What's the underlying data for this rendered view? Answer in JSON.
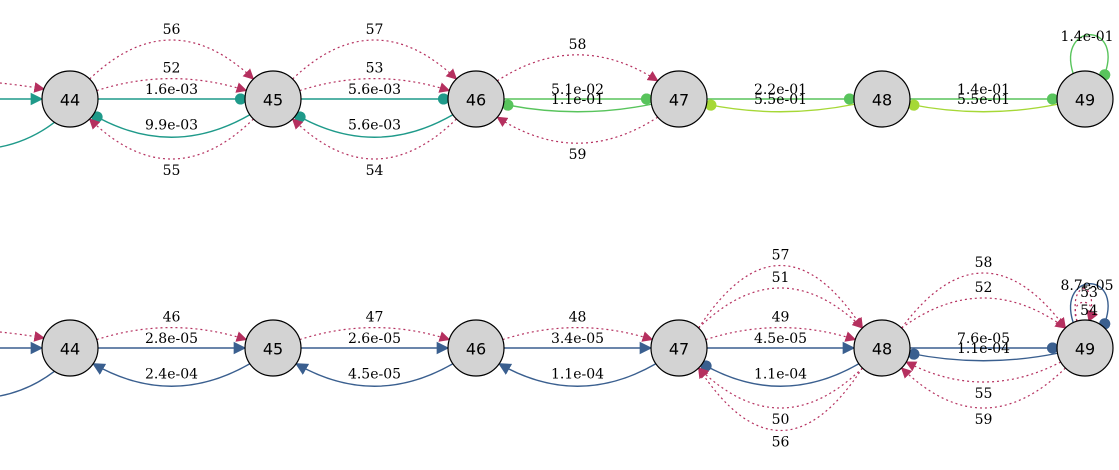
{
  "colors": {
    "dotted": "#b5305f",
    "teal": "#1f9a8a",
    "green_mid": "#58c45c",
    "green_light": "#a6d836",
    "blue": "#3a5f8f"
  },
  "graphs": [
    {
      "nodes": [
        {
          "id": "44",
          "label": "44"
        },
        {
          "id": "45",
          "label": "45"
        },
        {
          "id": "46",
          "label": "46"
        },
        {
          "id": "47",
          "label": "47"
        },
        {
          "id": "48",
          "label": "48"
        },
        {
          "id": "49",
          "label": "49"
        }
      ],
      "edges": [
        {
          "from": "44",
          "to": "45",
          "label": "1.6e-03",
          "style": "solid",
          "color": "teal",
          "curve": 0
        },
        {
          "from": "45",
          "to": "44",
          "label": "9.9e-03",
          "style": "solid",
          "color": "teal",
          "curve": 45
        },
        {
          "from": "45",
          "to": "46",
          "label": "5.6e-03",
          "style": "solid",
          "color": "teal",
          "curve": 0
        },
        {
          "from": "46",
          "to": "45",
          "label": "5.6e-03",
          "style": "solid",
          "color": "teal",
          "curve": 45
        },
        {
          "from": "46",
          "to": "47",
          "label": "5.1e-02",
          "style": "solid",
          "color": "green_mid",
          "curve": 0
        },
        {
          "from": "47",
          "to": "46",
          "label": "1.1e-01",
          "style": "solid",
          "color": "green_mid",
          "curve": 15
        },
        {
          "from": "47",
          "to": "48",
          "label": "2.2e-01",
          "style": "solid",
          "color": "green_mid",
          "curve": 0
        },
        {
          "from": "48",
          "to": "47",
          "label": "5.5e-01",
          "style": "solid",
          "color": "green_light",
          "curve": 15
        },
        {
          "from": "48",
          "to": "49",
          "label": "1.4e-01",
          "style": "solid",
          "color": "green_mid",
          "curve": 0
        },
        {
          "from": "49",
          "to": "48",
          "label": "5.5e-01",
          "style": "solid",
          "color": "green_light",
          "curve": 15
        },
        {
          "from": "49",
          "to": "49",
          "label": "1.4e-01",
          "style": "solid",
          "color": "green_mid",
          "self": true
        },
        {
          "from": "43",
          "to": "44",
          "label": "",
          "style": "solid",
          "color": "teal",
          "incoming": true
        },
        {
          "from": "44",
          "to": "43",
          "label": "",
          "style": "solid",
          "color": "teal",
          "outgoing": true
        },
        {
          "from": "44",
          "to": "45",
          "label": "56",
          "style": "dotted",
          "curve": -78
        },
        {
          "from": "44",
          "to": "45",
          "label": "52",
          "style": "dotted",
          "curve": -24
        },
        {
          "from": "45",
          "to": "44",
          "label": "55",
          "style": "dotted",
          "curve": 80
        },
        {
          "from": "45",
          "to": "46",
          "label": "57",
          "style": "dotted",
          "curve": -78
        },
        {
          "from": "45",
          "to": "46",
          "label": "53",
          "style": "dotted",
          "curve": -24
        },
        {
          "from": "46",
          "to": "45",
          "label": "54",
          "style": "dotted",
          "curve": 80
        },
        {
          "from": "46",
          "to": "47",
          "label": "58",
          "style": "dotted",
          "curve": -52
        },
        {
          "from": "47",
          "to": "46",
          "label": "59",
          "style": "dotted",
          "curve": 52
        },
        {
          "from": "43",
          "to": "44",
          "label": "",
          "style": "dotted",
          "incoming": true
        }
      ]
    },
    {
      "nodes": [
        {
          "id": "44",
          "label": "44"
        },
        {
          "id": "45",
          "label": "45"
        },
        {
          "id": "46",
          "label": "46"
        },
        {
          "id": "47",
          "label": "47"
        },
        {
          "id": "48",
          "label": "48"
        },
        {
          "id": "49",
          "label": "49"
        }
      ],
      "edges": [
        {
          "from": "44",
          "to": "45",
          "label": "2.8e-05",
          "style": "solid",
          "color": "blue",
          "curve": 0
        },
        {
          "from": "45",
          "to": "44",
          "label": "2.4e-04",
          "style": "solid",
          "color": "blue",
          "curve": 45
        },
        {
          "from": "45",
          "to": "46",
          "label": "2.6e-05",
          "style": "solid",
          "color": "blue",
          "curve": 0
        },
        {
          "from": "46",
          "to": "45",
          "label": "4.5e-05",
          "style": "solid",
          "color": "blue",
          "curve": 45
        },
        {
          "from": "46",
          "to": "47",
          "label": "3.4e-05",
          "style": "solid",
          "color": "blue",
          "curve": 0
        },
        {
          "from": "47",
          "to": "46",
          "label": "1.1e-04",
          "style": "solid",
          "color": "blue",
          "curve": 45
        },
        {
          "from": "47",
          "to": "48",
          "label": "4.5e-05",
          "style": "solid",
          "color": "blue",
          "curve": 0
        },
        {
          "from": "48",
          "to": "47",
          "label": "1.1e-04",
          "style": "solid",
          "color": "blue",
          "curve": 45
        },
        {
          "from": "48",
          "to": "49",
          "label": "7.6e-05",
          "style": "solid",
          "color": "blue",
          "curve": 0
        },
        {
          "from": "49",
          "to": "48",
          "label": "1.1e-04",
          "style": "solid",
          "color": "blue",
          "curve": 15
        },
        {
          "from": "49",
          "to": "49",
          "label": "8.7e-05",
          "style": "solid",
          "color": "blue",
          "self": true
        },
        {
          "from": "43",
          "to": "44",
          "label": "",
          "style": "solid",
          "color": "blue",
          "incoming": true
        },
        {
          "from": "44",
          "to": "43",
          "label": "",
          "style": "solid",
          "color": "blue",
          "outgoing": true
        },
        {
          "from": "44",
          "to": "45",
          "label": "46",
          "style": "dotted",
          "curve": -24
        },
        {
          "from": "45",
          "to": "46",
          "label": "47",
          "style": "dotted",
          "curve": -24
        },
        {
          "from": "46",
          "to": "47",
          "label": "48",
          "style": "dotted",
          "curve": -24
        },
        {
          "from": "47",
          "to": "48",
          "label": "57",
          "style": "dotted",
          "curve": -125
        },
        {
          "from": "47",
          "to": "48",
          "label": "51",
          "style": "dotted",
          "curve": -80
        },
        {
          "from": "47",
          "to": "48",
          "label": "49",
          "style": "dotted",
          "curve": -24
        },
        {
          "from": "48",
          "to": "47",
          "label": "50",
          "style": "dotted",
          "curve": 80
        },
        {
          "from": "48",
          "to": "47",
          "label": "56",
          "style": "dotted",
          "curve": 125
        },
        {
          "from": "48",
          "to": "49",
          "label": "58",
          "style": "dotted",
          "curve": -110
        },
        {
          "from": "48",
          "to": "49",
          "label": "52",
          "style": "dotted",
          "curve": -60
        },
        {
          "from": "49",
          "to": "48",
          "label": "55",
          "style": "dotted",
          "curve": 40
        },
        {
          "from": "49",
          "to": "48",
          "label": "59",
          "style": "dotted",
          "curve": 80
        },
        {
          "from": "49",
          "to": "49",
          "label": "53",
          "style": "dotted",
          "selfDotted": 1
        },
        {
          "from": "49",
          "to": "49",
          "label": "54",
          "style": "dotted",
          "selfDotted": 2
        },
        {
          "from": "43",
          "to": "44",
          "label": "",
          "style": "dotted",
          "incoming": true
        }
      ]
    }
  ]
}
